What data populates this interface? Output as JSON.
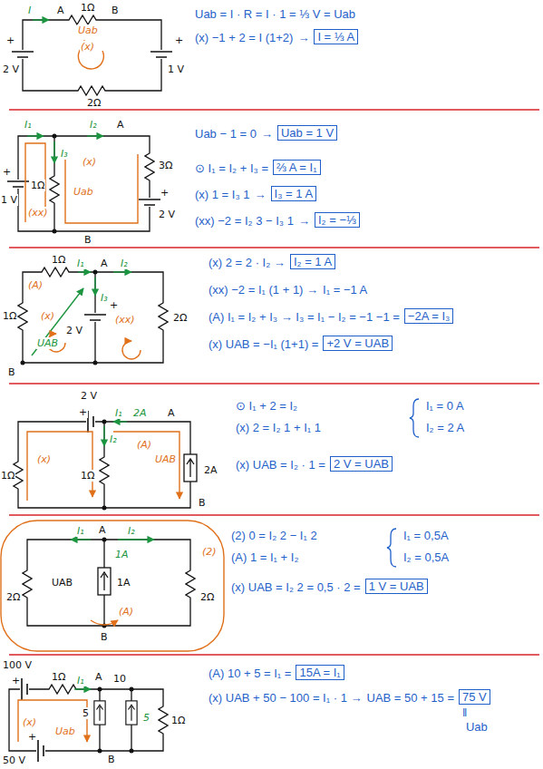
{
  "diagram": {
    "labels": [
      "I",
      "A",
      "1Ω",
      "B",
      "Uab",
      "(x)",
      "+",
      "2 V",
      "+",
      "1 V",
      "2Ω",
      "Uab = I · R = I · 1 = ⅓ V = Uab",
      "(x) −1 + 2 = I (1+2)",
      "→",
      "I = ⅓ A",
      "I₁",
      "I₂",
      "A",
      "I₃",
      "+",
      "1 V",
      "1Ω",
      "(xx)",
      "(x)",
      "Uab",
      "3Ω",
      "+",
      "2 V",
      "B",
      "Uab − 1 = 0",
      "→",
      "Uab = 1 V",
      "⊙ I₁ = I₂ + I₃ =",
      "⅔ A = I₁",
      "(x) 1 = I₃ 1",
      "→",
      "I₃ = 1 A",
      "(xx) −2 = I₂ 3 − I₃ 1",
      "→",
      "I₂ = −⅓",
      "1Ω",
      "I₁",
      "A",
      "I₂",
      "(A)",
      "I₃",
      "1Ω",
      "(x)",
      "+",
      "2 V",
      "(xx)",
      "2Ω",
      "UAB",
      "B",
      "(x) 2 = 2 · I₂ →",
      "I₂ = 1 A",
      "(xx) −2 = I₁ (1 + 1) →",
      "I₁ = −1 A",
      "(A) I₁ = I₂ + I₃ → I₃ = I₁ − I₂ = −1 −1 =",
      "−2A = I₃",
      "(x) UAB = −I₁ (1+1) =",
      "+2 V = UAB",
      "2 V",
      "+",
      "I₁",
      "2A",
      "A",
      "I₂",
      "(A)",
      "UAB",
      "2A",
      "(x)",
      "1Ω",
      "1Ω",
      "B",
      "⊙ I₁ + 2 = I₂",
      "(x) 2 = I₂ 1 + I₁ 1",
      "I₁ = 0 A",
      "I₂ = 2 A",
      "(x) UAB = I₂ · 1 =",
      "2 V = UAB",
      "A",
      "I₁",
      "I₂",
      "1A",
      "UAB",
      "1A",
      "2Ω",
      "2Ω",
      "(A)",
      "B",
      "(2)",
      "(2) 0 = I₂ 2 − I₁ 2",
      "(A) 1 = I₁ + I₂",
      "I₁ = 0,5A",
      "I₂ = 0,5A",
      "(x) UAB = I₂ 2 = 0,5 · 2 =",
      "1 V = UAB",
      "100 V",
      "+",
      "1Ω",
      "I₁",
      "A",
      "10",
      "5",
      "5",
      "1Ω",
      "(x)",
      "Uab",
      "B",
      "50 V",
      "+",
      "(A) 10 + 5 = I₁ =",
      "15A = I₁",
      "(x) UAB + 50 − 100 = I₁ · 1 →",
      "UAB = 50 + 15 =",
      "75 V",
      "‖",
      "Uab"
    ]
  }
}
